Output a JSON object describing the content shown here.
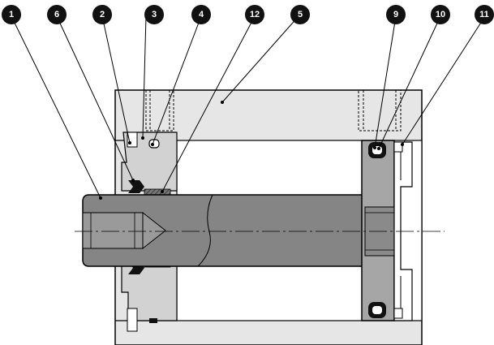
{
  "diagram": {
    "colors": {
      "body_fill": "#e6e6e6",
      "rod_fill": "#858585",
      "dark_part": "#a6a6a6",
      "seal": "#111111",
      "outline": "#000000",
      "badge": "#111111",
      "badge_text": "#ffffff"
    },
    "callouts": [
      {
        "id": "callout-1",
        "label": "1"
      },
      {
        "id": "callout-6",
        "label": "6"
      },
      {
        "id": "callout-2",
        "label": "2"
      },
      {
        "id": "callout-3",
        "label": "3"
      },
      {
        "id": "callout-4",
        "label": "4"
      },
      {
        "id": "callout-12",
        "label": "12"
      },
      {
        "id": "callout-5",
        "label": "5"
      },
      {
        "id": "callout-9",
        "label": "9"
      },
      {
        "id": "callout-10",
        "label": "10"
      },
      {
        "id": "callout-11",
        "label": "11"
      }
    ]
  }
}
